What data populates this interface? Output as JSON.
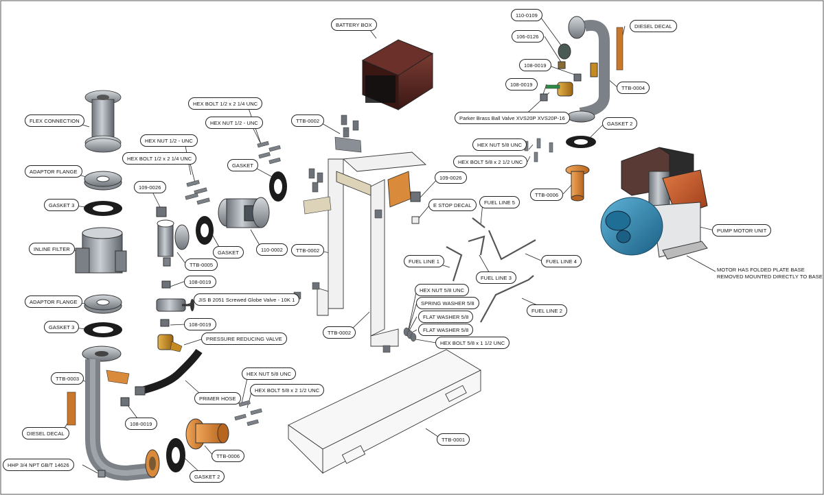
{
  "callouts": {
    "flex_connection": "FLEX CONNECTION",
    "adaptor_flange_top": "ADAPTOR FLANGE",
    "gasket3_top": "GASKET 3",
    "inline_filter": "INLINE FILTER",
    "adaptor_flange_bottom": "ADAPTOR FLANGE",
    "gasket3_bottom": "GASKET 3",
    "ttb_0003": "TTB-0003",
    "diesel_decal_left": "DIESEL DECAL",
    "hhp_fitting": "HHP 3/4 NPT GB/T 14626",
    "hex_nut_half_left": "HEX NUT 1/2 - UNC",
    "hex_bolt_half_left": "HEX BOLT 1/2 x 2 1/4  UNC",
    "hex_bolt_half_top": "HEX BOLT 1/2 x 2 1/4  UNC",
    "hex_nut_half_top": "HEX NUT 1/2 - UNC",
    "gasket_upper": "GASKET",
    "gasket_lower": "GASKET",
    "part_109_0026_left": "109-0026",
    "ttb_0005": "TTB-0005",
    "part_108_0019_a": "108-0019",
    "globe_valve": "JIS B 2051 Screwed Globe Valve - 10K 1",
    "part_108_0019_b": "108-0019",
    "pressure_valve": "PRESSURE REDUCING VALVE",
    "primer_hose": "PRIMER HOSE",
    "part_108_0019_c": "108-0019",
    "gasket2_bottom": "GASKET 2",
    "ttb_0006_bottom": "TTB-0006",
    "hex_nut_58_bottom": "HEX NUT 5/8  UNC",
    "hex_bolt_58_bottom": "HEX BOLT 5/8 x 2 1/2  UNC",
    "part_110_0002": "110-0002",
    "battery_box": "BATTERY BOX",
    "ttb_0002_a": "TTB-0002",
    "ttb_0002_b": "TTB-0002",
    "ttb_0002_c": "TTB-0002",
    "part_109_0026_right": "109-0026",
    "e_stop_decal": "E STOP DECAL",
    "ttb_0001": "TTB-0001",
    "fuel_line_1": "FUEL LINE 1",
    "fuel_line_2": "FUEL LINE 2",
    "fuel_line_3": "FUEL LINE 3",
    "fuel_line_4": "FUEL LINE 4",
    "fuel_line_5": "FUEL LINE 5",
    "hex_nut_58_mid": "HEX NUT 5/8  UNC",
    "spring_washer": "SPRING WASHER 5/8",
    "flat_washer_a": "FLAT WASHER 5/8",
    "flat_washer_b": "FLAT WASHER 5/8",
    "hex_bolt_58_mid": "HEX BOLT 5/8 x 1 1/2  UNC",
    "part_110_0109": "110-0109",
    "part_106_0126": "106-0126",
    "part_108_0019_d": "108-0019",
    "part_108_0019_e": "108-0019",
    "ball_valve": "Parker Brass Ball Valve XVS20P XVS20P-16",
    "diesel_decal_right": "DIESEL DECAL",
    "ttb_0004": "TTB-0004",
    "gasket2_top": "GASKET 2",
    "hex_nut_58_top": "HEX NUT 5/8  UNC",
    "hex_bolt_58_top": "HEX BOLT 5/8 x 2 1/2  UNC",
    "ttb_0006_top": "TTB-0006",
    "pump_motor": "PUMP MOTOR UNIT",
    "motor_note": "MOTOR HAS FOLDED PLATE BASE REMOVED MOUNTED DIRECTLY TO BASE"
  },
  "colors": {
    "steel": "#8f959c",
    "pump_blue": "#2e88b4",
    "motor_orange": "#c9582a",
    "brass": "#c58a22",
    "battery_brown": "#4a2320",
    "copper": "#d98a3a",
    "rubber_black": "#1c1c1c"
  }
}
